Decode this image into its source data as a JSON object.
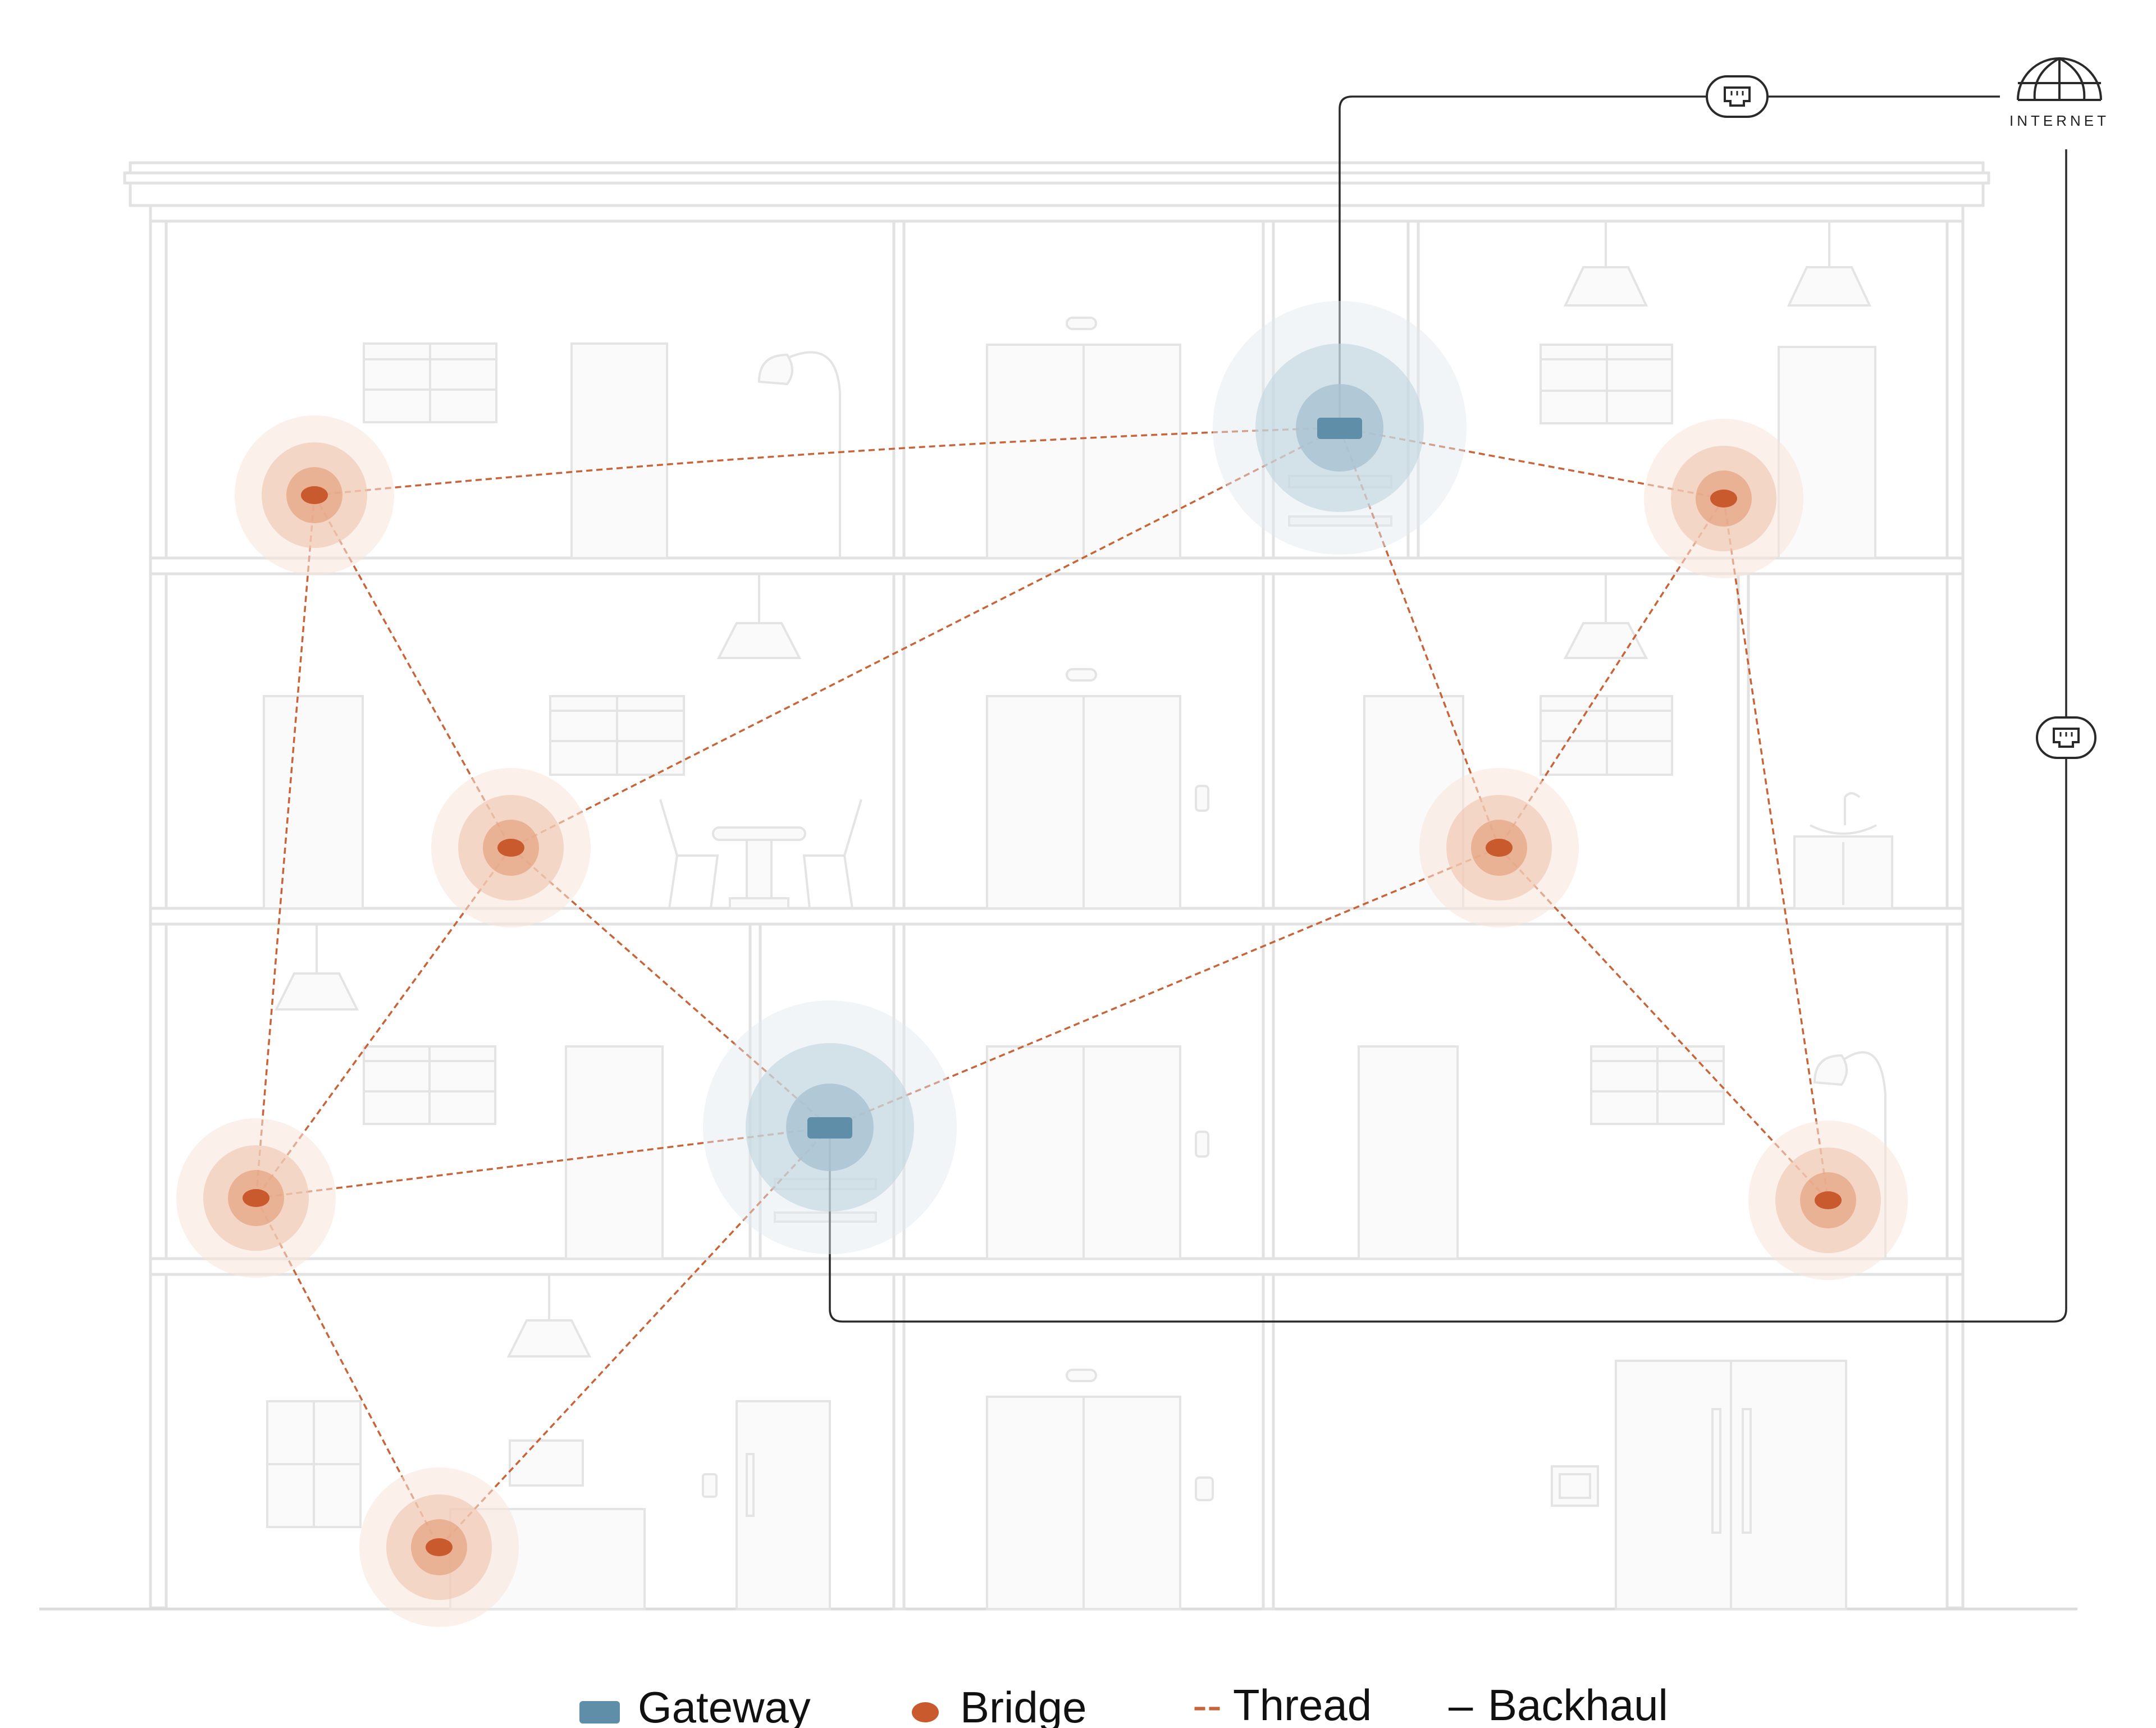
{
  "colors": {
    "gateway": "#5e8ea8",
    "bridge": "#c95a2e",
    "thread": "#c8643a",
    "backhaul": "#2a2a2a",
    "building": "#e2e2e2"
  },
  "internet": {
    "label": "INTERNET",
    "icon": "globe-icon"
  },
  "legend": {
    "gateway": "Gateway",
    "bridge": "Bridge",
    "thread_symbol": "--",
    "thread": "Thread",
    "backhaul_symbol": "–",
    "backhaul": "Backhaul"
  }
}
